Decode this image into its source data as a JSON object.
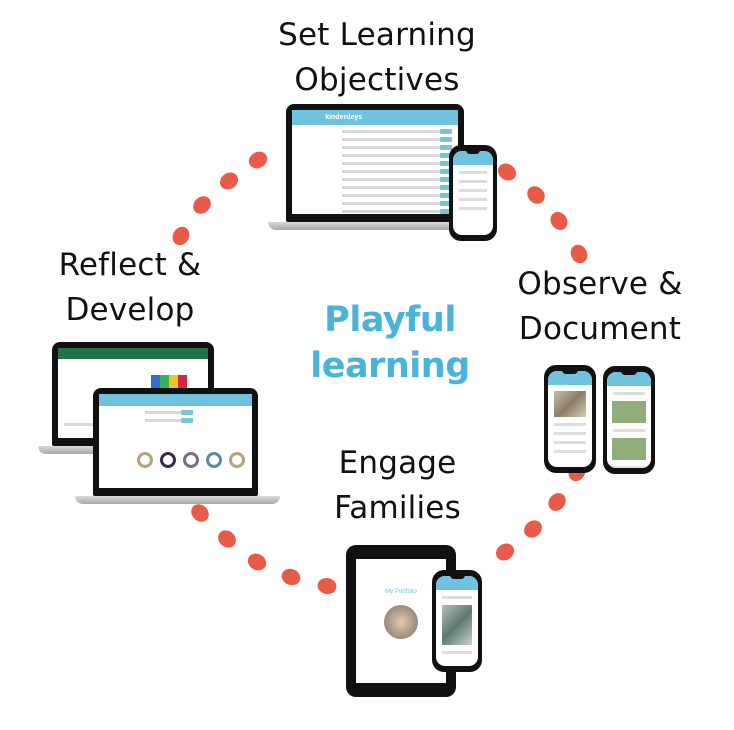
{
  "center": {
    "line1": "Playful",
    "line2": "learning",
    "color": "#49b3da"
  },
  "stages": [
    {
      "id": "set-learning-objectives",
      "line1": "Set Learning",
      "line2": "Objectives"
    },
    {
      "id": "observe-document",
      "line1": "Observe &",
      "line2": "Document"
    },
    {
      "id": "engage-families",
      "line1": "Engage",
      "line2": "Families"
    },
    {
      "id": "reflect-develop",
      "line1": "Reflect &",
      "line2": "Develop"
    }
  ],
  "app": {
    "brand": "kinderdeys",
    "portfolio_title": "My Portfolio"
  },
  "colors": {
    "dot": "#ea5a48",
    "app_bar": "#6fc3de"
  }
}
